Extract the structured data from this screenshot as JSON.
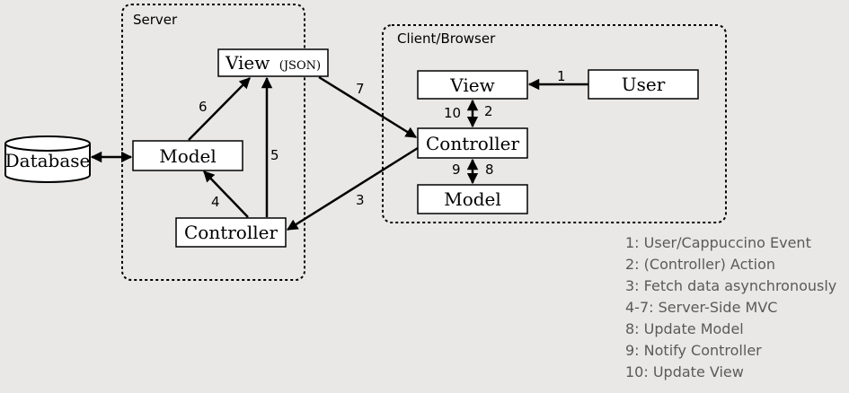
{
  "groups": {
    "server": "Server",
    "client": "Client/Browser"
  },
  "boxes": {
    "database": "Database",
    "server_view": "View",
    "server_view_suffix": "(JSON)",
    "server_model": "Model",
    "server_controller": "Controller",
    "client_view": "View",
    "client_user": "User",
    "client_controller": "Controller",
    "client_model": "Model"
  },
  "step_labels": {
    "s1": "1",
    "s2": "2",
    "s3": "3",
    "s4": "4",
    "s5": "5",
    "s6": "6",
    "s7": "7",
    "s8": "8",
    "s9": "9",
    "s10": "10"
  },
  "legend": [
    "1: User/Cappuccino Event",
    "2: (Controller) Action",
    "3: Fetch data asynchronously",
    "4-7: Server-Side MVC",
    "8: Update Model",
    "9: Notify Controller",
    "10: Update View"
  ]
}
